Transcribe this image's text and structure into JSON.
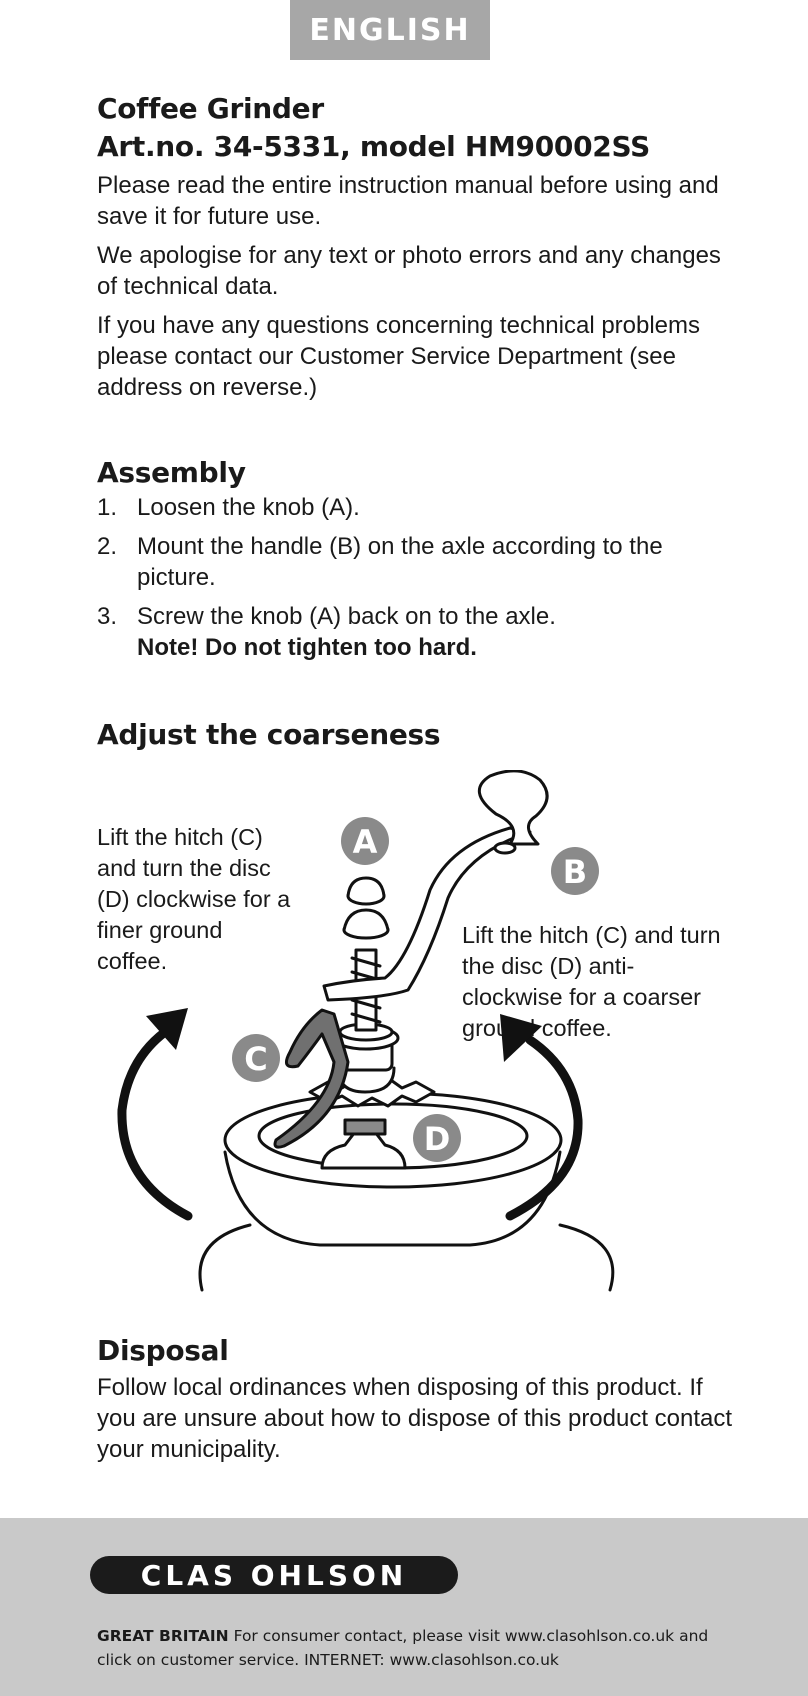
{
  "header": {
    "language": "ENGLISH"
  },
  "intro": {
    "title_line1": "Coffee Grinder",
    "title_line2": "Art.no. 34-5331, model HM90002SS",
    "para1": "Please read the entire instruction manual before using and save it for future use.",
    "para2": "We apologise for any text or photo errors and any changes of technical data.",
    "para3": "If you have any questions concerning technical problems please contact our Customer Service Department (see address on reverse.)"
  },
  "assembly": {
    "heading": "Assembly",
    "steps": [
      {
        "num": "1.",
        "text": "Loosen the knob (A)."
      },
      {
        "num": "2.",
        "text": "Mount the handle (B) on the axle according to the picture."
      },
      {
        "num": "3.",
        "text": "Screw the knob (A) back on to the axle.",
        "note": "Note! Do not tighten too hard."
      }
    ]
  },
  "coarseness": {
    "heading": "Adjust the coarseness",
    "left_text": "Lift the hitch (C) and turn the disc (D) clockwise for a finer ground coffee.",
    "right_text": "Lift the hitch (C) and turn the disc (D) anti-clockwise for a coarser ground coffee.",
    "labels": {
      "a": "A",
      "b": "B",
      "c": "C",
      "d": "D"
    }
  },
  "disposal": {
    "heading": "Disposal",
    "text": "Follow local ordinances when disposing of this product. If you are unsure about how to dispose of this product contact your municipality."
  },
  "footer": {
    "brand": "CLAS OHLSON",
    "country": "GREAT BRITAIN",
    "contact": "For consumer contact, please visit www.clasohlson.co.uk and click on customer service. INTERNET: www.clasohlson.co.uk"
  },
  "colors": {
    "tab_bg": "#a7a7a7",
    "footer_bg": "#c9c9c9",
    "label_circle": "#8a8a8a",
    "hitch": "#707070"
  }
}
